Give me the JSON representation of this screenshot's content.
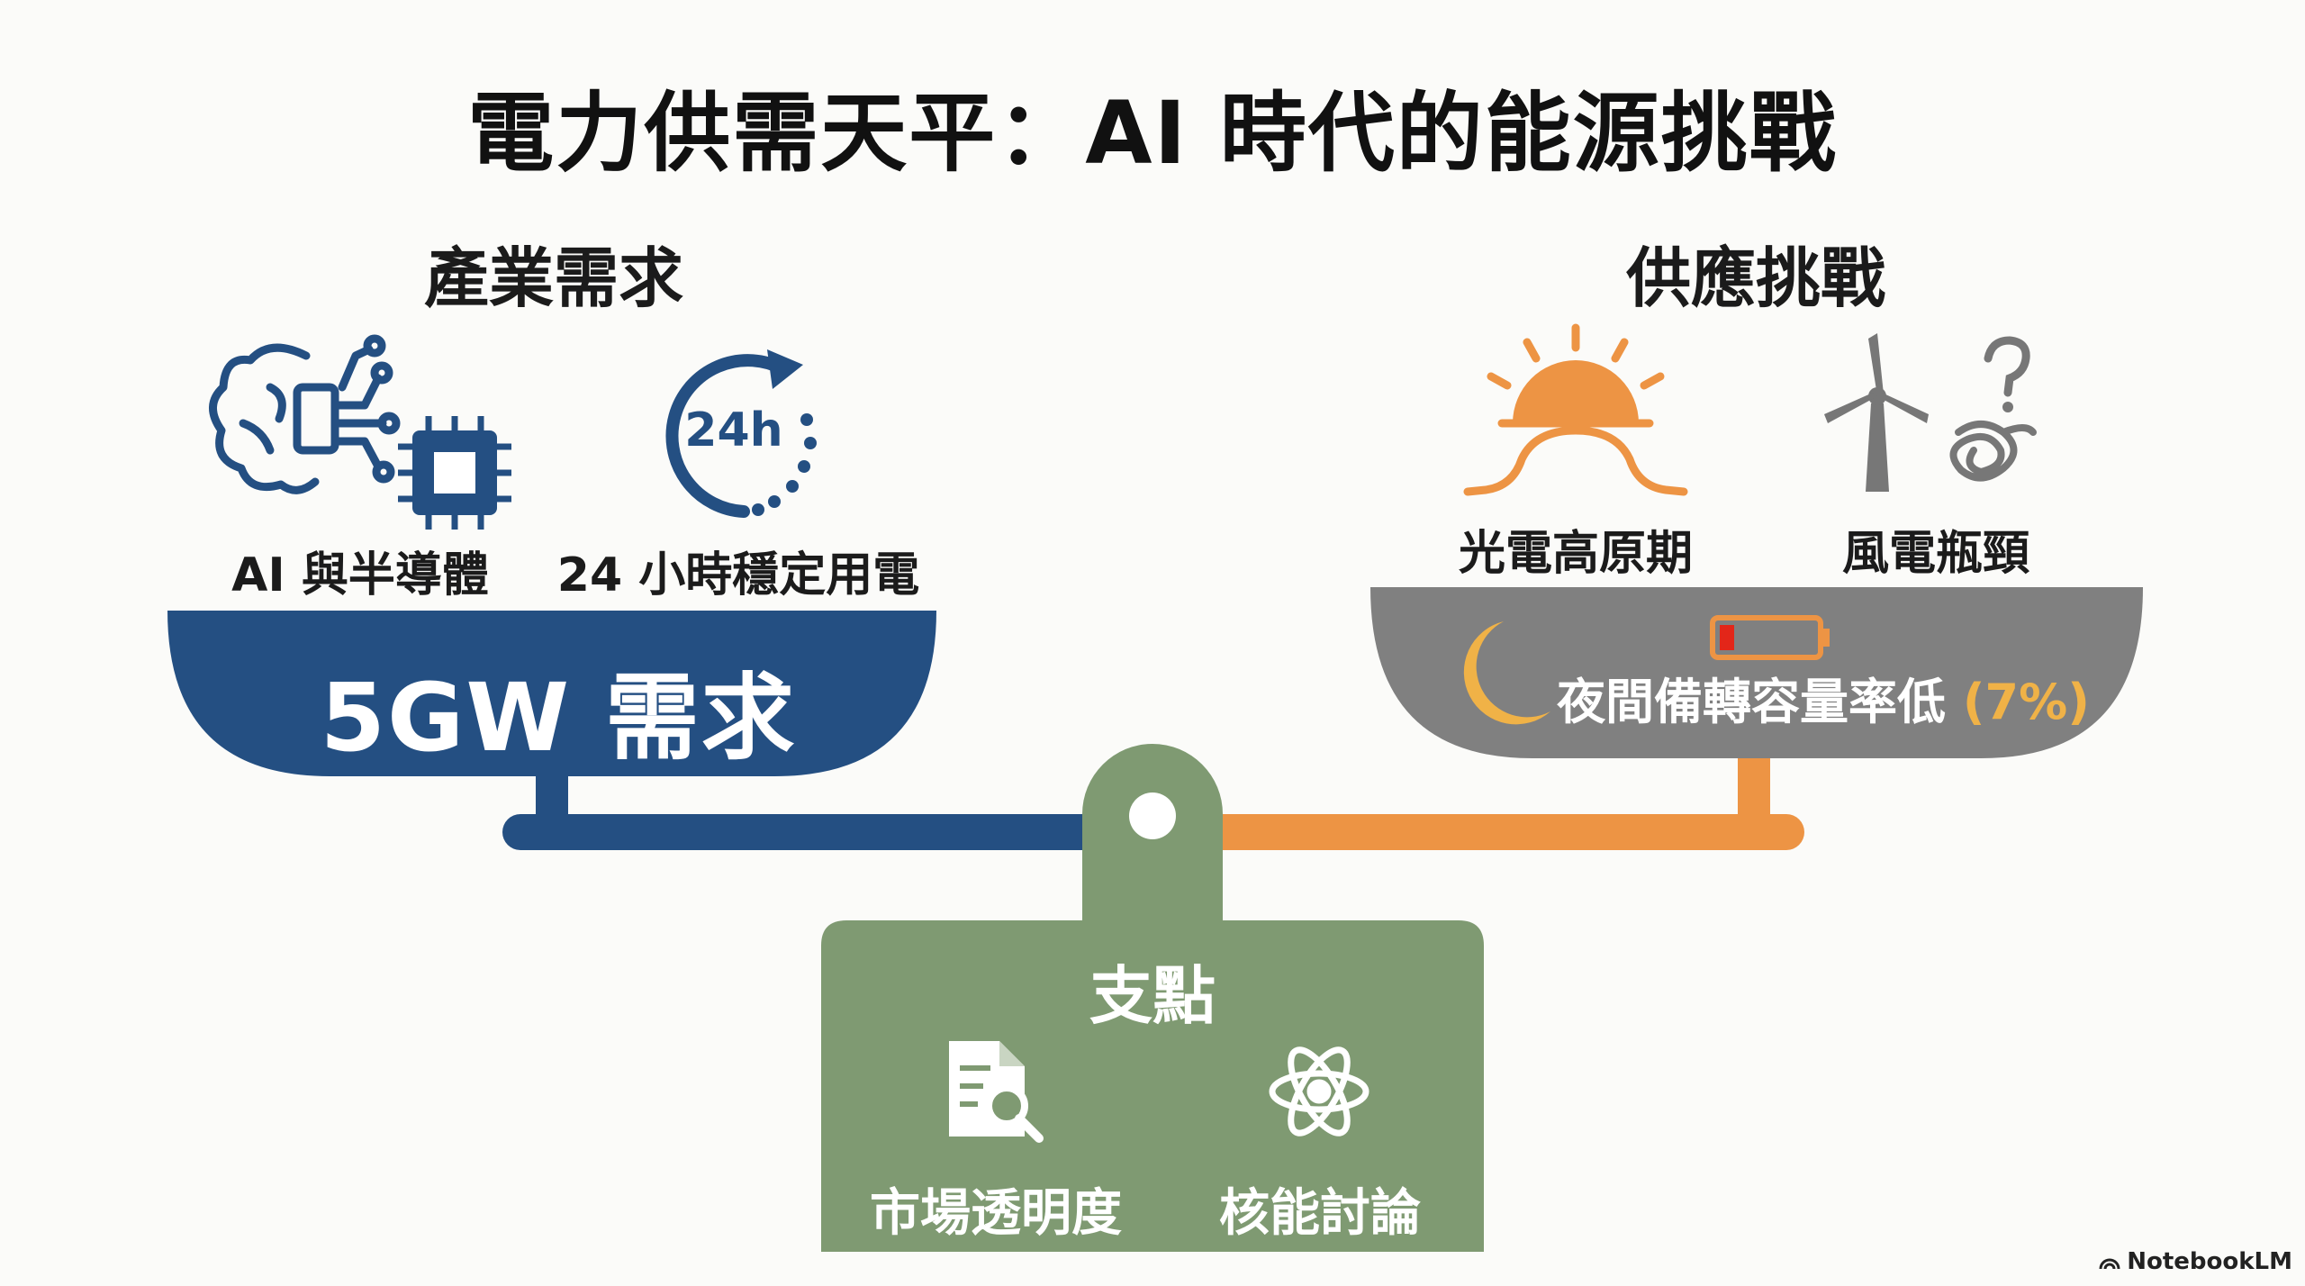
{
  "title": "電力供需天平：AI 時代的能源挑戰",
  "demand": {
    "heading": "產業需求",
    "items": [
      {
        "icon": "ai-brain-chip-icon",
        "label": "AI 與半導體"
      },
      {
        "icon": "24h-clock-icon",
        "icon_text": "24h",
        "label": "24 小時穩定用電"
      }
    ],
    "pan_text": "5GW 需求",
    "color": "#244f82"
  },
  "supply": {
    "heading": "供應挑戰",
    "items": [
      {
        "icon": "sun-curve-icon",
        "label": "光電高原期"
      },
      {
        "icon": "wind-turbine-question-icon",
        "label": "風電瓶頸"
      }
    ],
    "pan_text_main": "夜間備轉容量率低",
    "pan_text_highlight": "(7%)",
    "color": "#808080",
    "arm_color": "#ed9444"
  },
  "fulcrum": {
    "heading": "支點",
    "items": [
      {
        "icon": "document-search-icon",
        "label": "市場透明度"
      },
      {
        "icon": "atom-icon",
        "label": "核能討論"
      }
    ],
    "color": "#7f9a72"
  },
  "watermark": "NotebookLM"
}
